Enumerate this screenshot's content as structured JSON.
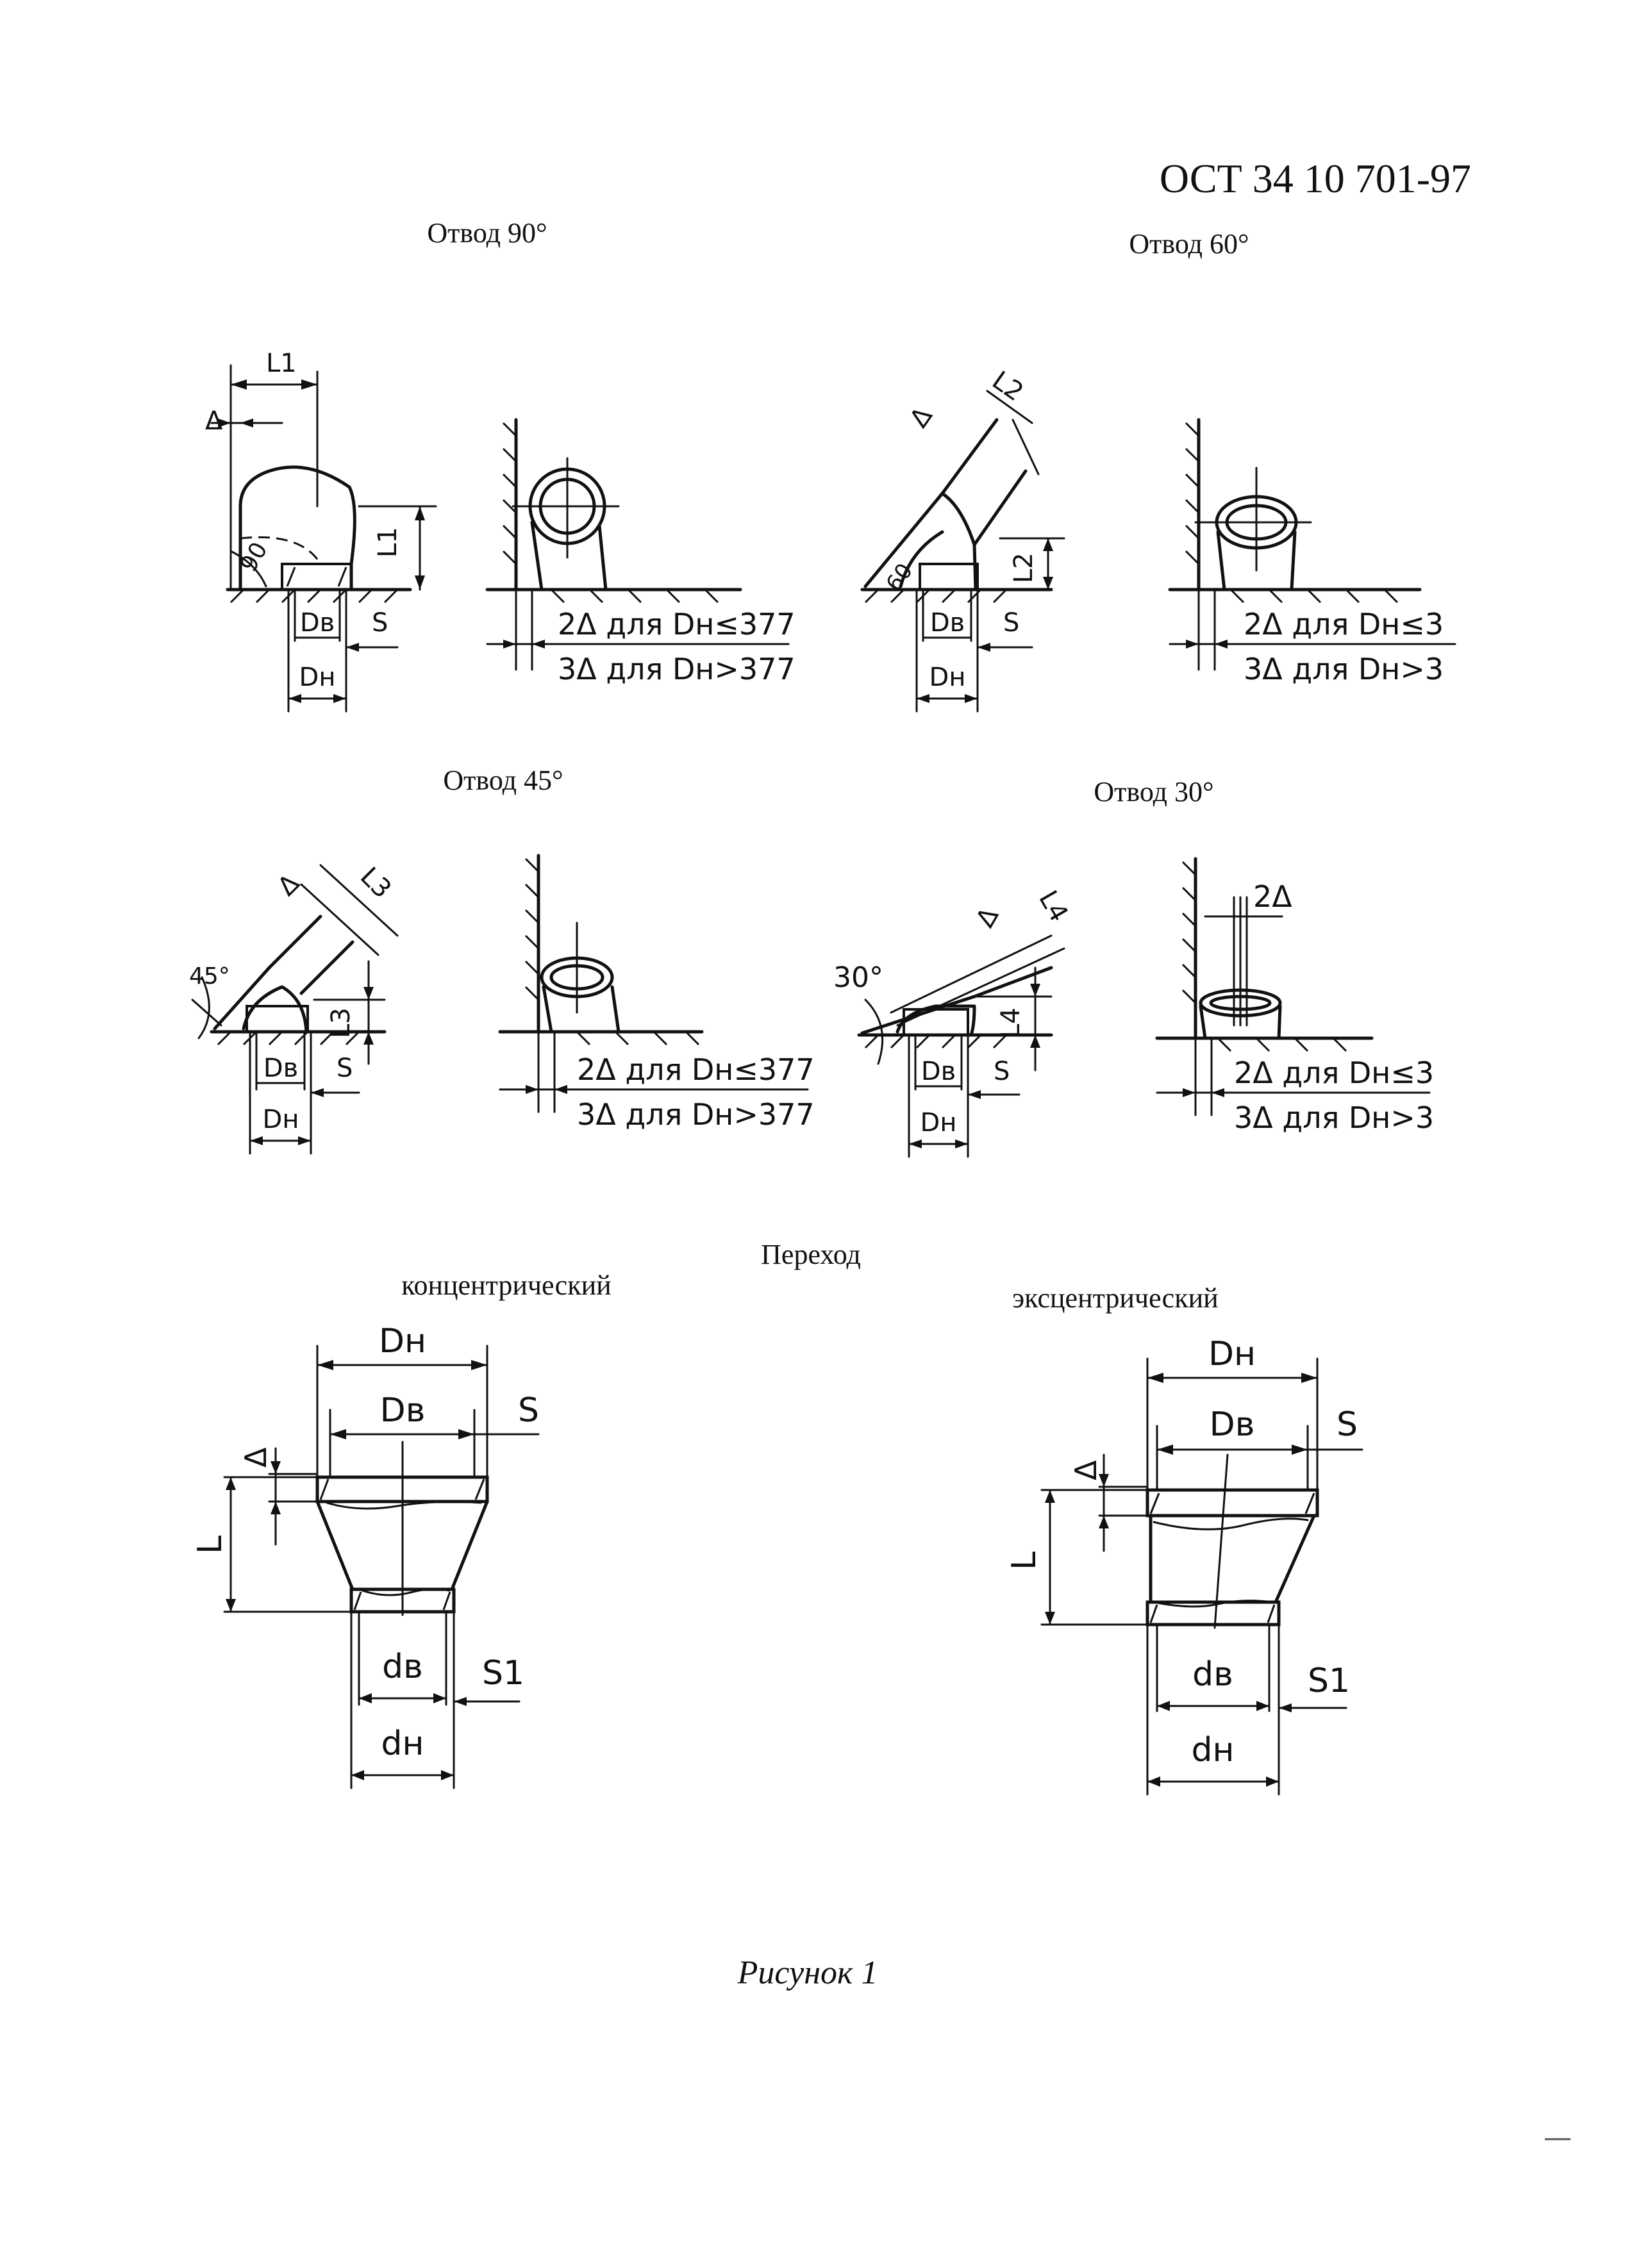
{
  "document": {
    "standard_number": "ОСТ 34 10 701-97"
  },
  "headings": {
    "elbow_90": "Отвод 90°",
    "elbow_60": "Отвод 60°",
    "elbow_45": "Отвод 45°",
    "elbow_30": "Отвод 30°",
    "transition": "Переход",
    "concentric": "концентрический",
    "eccentric": "эксцентрический"
  },
  "elbow_90": {
    "dim_length": "L1",
    "dim_delta": "Δ",
    "angle": "90",
    "inner_d": "Dв",
    "wall": "S",
    "outer_d": "Dн",
    "tol_1": "2Δ для Dн≤377",
    "tol_2": "3Δ для Dн>377"
  },
  "elbow_60": {
    "dim_length": "L2",
    "dim_delta": "Δ",
    "angle": "60",
    "inner_d": "Dв",
    "wall": "S",
    "outer_d": "Dн",
    "tol_1": "2Δ для Dн≤3",
    "tol_2": "3Δ для Dн>3"
  },
  "elbow_45": {
    "dim_length": "L3",
    "dim_delta": "Δ",
    "angle": "45°",
    "inner_d": "Dв",
    "wall": "S",
    "outer_d": "Dн",
    "tol_1": "2Δ для Dн≤377",
    "tol_2": "3Δ для Dн>377"
  },
  "elbow_30": {
    "dim_length": "L4",
    "dim_delta": "Δ",
    "angle": "30°",
    "inner_d": "Dв",
    "wall": "S",
    "outer_d": "Dн",
    "gap": "2Δ",
    "tol_1": "2Δ для Dн≤3",
    "tol_2": "3Δ для Dн>3"
  },
  "concentric": {
    "outer_big": "Dн",
    "inner_big": "Dв",
    "wall_big": "S",
    "delta": "Δ",
    "length": "L",
    "inner_small": "dв",
    "wall_small": "S1",
    "outer_small": "dн"
  },
  "eccentric": {
    "outer_big": "Dн",
    "inner_big": "Dв",
    "wall_big": "S",
    "delta": "Δ",
    "length": "L",
    "inner_small": "dв",
    "wall_small": "S1",
    "outer_small": "dн"
  },
  "caption": "Рисунок 1"
}
